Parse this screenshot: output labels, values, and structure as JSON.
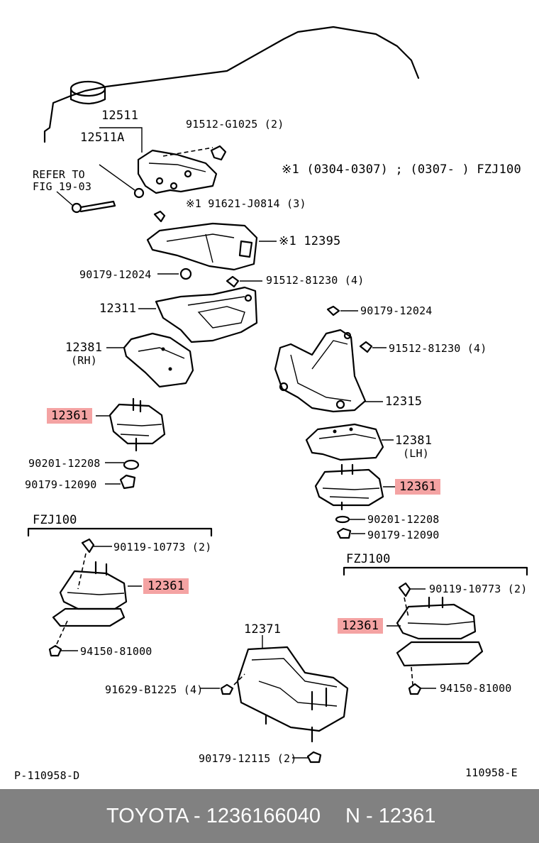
{
  "labels": {
    "p12511": "12511",
    "p12511a": "12511A",
    "p91512g": "91512-G1025 (2)",
    "refer1": "REFER TO",
    "refer2": "FIG 19-03",
    "note": "※1 (0304-0307) ; (0307-       ) FZJ100",
    "p91621": "※1 91621-J0814 (3)",
    "p12395": "※1 12395",
    "p90179a": "90179-12024",
    "p91512a": "91512-81230 (4)",
    "p12311": "12311",
    "p90179b": "90179-12024",
    "p91512b": "91512-81230 (4)",
    "p12381rh": "12381",
    "rh": "(RH)",
    "p12315": "12315",
    "p12361a": "12361",
    "p12381lh": "12381",
    "lh": "(LH)",
    "p90201a": "90201-12208",
    "p90179c": "90179-12090",
    "p12361b": "12361",
    "p90201b": "90201-12208",
    "p90179d": "90179-12090",
    "fzj1": "FZJ100",
    "p90119a": "90119-10773 (2)",
    "p12361c": "12361",
    "fzj2": "FZJ100",
    "p90119b": "90119-10773 (2)",
    "p12361d": "12361",
    "p94150a": "94150-81000",
    "p12371": "12371",
    "p91629": "91629-B1225 (4)",
    "p94150b": "94150-81000",
    "p90179e": "90179-12115 (2)",
    "pcode": "P-110958-D",
    "figcode": "110958-E"
  },
  "footer": {
    "brand_part": "TOYOTA - 1236166040",
    "n_part": "N - 12361"
  },
  "colors": {
    "highlight": "#f4a3a3",
    "footer_bg": "#818181"
  }
}
